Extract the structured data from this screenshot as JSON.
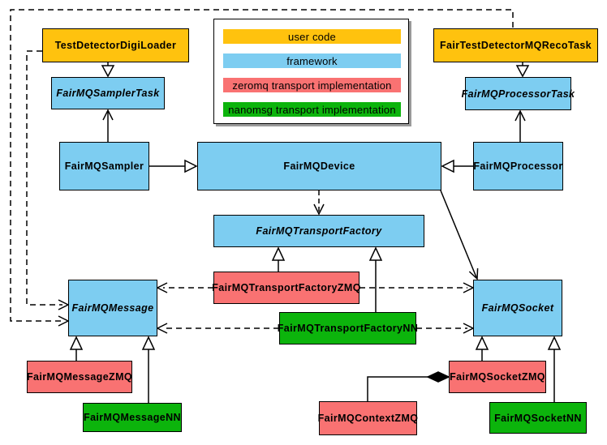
{
  "colors": {
    "user_code": "#FFC20E",
    "framework": "#7DCDF1",
    "zeromq": "#F97272",
    "nanomsg": "#0CB40C",
    "line": "#000000",
    "background": "#FFFFFF"
  },
  "legend": {
    "items": [
      {
        "label": "user code",
        "color_key": "user_code"
      },
      {
        "label": "framework",
        "color_key": "framework"
      },
      {
        "label": "zeromq transport implementation",
        "color_key": "zeromq"
      },
      {
        "label": "nanomsg transport implementation",
        "color_key": "nanomsg"
      }
    ]
  },
  "nodes": {
    "testDetectorDigiLoader": {
      "label": "TestDetectorDigiLoader",
      "category": "user_code",
      "abstract": false
    },
    "fairTestDetectorMQRecoTask": {
      "label": "FairTestDetectorMQRecoTask",
      "category": "user_code",
      "abstract": false
    },
    "fairMQSamplerTask": {
      "label": "FairMQSamplerTask",
      "category": "framework",
      "abstract": true
    },
    "fairMQProcessorTask": {
      "label": "FairMQProcessorTask",
      "category": "framework",
      "abstract": true
    },
    "fairMQSampler": {
      "label": "FairMQSampler",
      "category": "framework",
      "abstract": false
    },
    "fairMQDevice": {
      "label": "FairMQDevice",
      "category": "framework",
      "abstract": false
    },
    "fairMQProcessor": {
      "label": "FairMQProcessor",
      "category": "framework",
      "abstract": false
    },
    "fairMQTransportFactory": {
      "label": "FairMQTransportFactory",
      "category": "framework",
      "abstract": true
    },
    "fairMQTransportFactoryZMQ": {
      "label": "FairMQTransportFactoryZMQ",
      "category": "zeromq",
      "abstract": false
    },
    "fairMQTransportFactoryNN": {
      "label": "FairMQTransportFactoryNN",
      "category": "nanomsg",
      "abstract": false
    },
    "fairMQMessage": {
      "label": "FairMQMessage",
      "category": "framework",
      "abstract": true
    },
    "fairMQSocket": {
      "label": "FairMQSocket",
      "category": "framework",
      "abstract": true
    },
    "fairMQMessageZMQ": {
      "label": "FairMQMessageZMQ",
      "category": "zeromq",
      "abstract": false
    },
    "fairMQMessageNN": {
      "label": "FairMQMessageNN",
      "category": "nanomsg",
      "abstract": false
    },
    "fairMQSocketZMQ": {
      "label": "FairMQSocketZMQ",
      "category": "zeromq",
      "abstract": false
    },
    "fairMQSocketNN": {
      "label": "FairMQSocketNN",
      "category": "nanomsg",
      "abstract": false
    },
    "fairMQContextZMQ": {
      "label": "FairMQContextZMQ",
      "category": "zeromq",
      "abstract": false
    }
  },
  "edges": [
    {
      "from": "TestDetectorDigiLoader",
      "to": "FairMQSamplerTask",
      "type": "inheritance",
      "style": "solid"
    },
    {
      "from": "FairTestDetectorMQRecoTask",
      "to": "FairMQProcessorTask",
      "type": "inheritance",
      "style": "solid"
    },
    {
      "from": "FairMQSampler",
      "to": "FairMQSamplerTask",
      "type": "association",
      "style": "solid"
    },
    {
      "from": "FairMQProcessor",
      "to": "FairMQProcessorTask",
      "type": "association",
      "style": "solid"
    },
    {
      "from": "FairMQSampler",
      "to": "FairMQDevice",
      "type": "inheritance",
      "style": "solid"
    },
    {
      "from": "FairMQProcessor",
      "to": "FairMQDevice",
      "type": "inheritance",
      "style": "solid"
    },
    {
      "from": "FairMQDevice",
      "to": "FairMQTransportFactory",
      "type": "dependency",
      "style": "dashed"
    },
    {
      "from": "FairMQDevice",
      "to": "FairMQSocket",
      "type": "association",
      "style": "solid"
    },
    {
      "from": "FairMQTransportFactoryZMQ",
      "to": "FairMQTransportFactory",
      "type": "inheritance",
      "style": "solid"
    },
    {
      "from": "FairMQTransportFactoryNN",
      "to": "FairMQTransportFactory",
      "type": "inheritance",
      "style": "solid"
    },
    {
      "from": "FairMQTransportFactoryZMQ",
      "to": "FairMQMessage",
      "type": "dependency",
      "style": "dashed"
    },
    {
      "from": "FairMQTransportFactoryZMQ",
      "to": "FairMQSocket",
      "type": "dependency",
      "style": "dashed"
    },
    {
      "from": "FairMQTransportFactoryNN",
      "to": "FairMQMessage",
      "type": "dependency",
      "style": "dashed"
    },
    {
      "from": "FairMQTransportFactoryNN",
      "to": "FairMQSocket",
      "type": "dependency",
      "style": "dashed"
    },
    {
      "from": "FairMQMessageZMQ",
      "to": "FairMQMessage",
      "type": "inheritance",
      "style": "solid"
    },
    {
      "from": "FairMQMessageNN",
      "to": "FairMQMessage",
      "type": "inheritance",
      "style": "solid"
    },
    {
      "from": "FairMQSocketZMQ",
      "to": "FairMQSocket",
      "type": "inheritance",
      "style": "solid"
    },
    {
      "from": "FairMQSocketNN",
      "to": "FairMQSocket",
      "type": "inheritance",
      "style": "solid"
    },
    {
      "from": "FairMQContextZMQ",
      "to": "FairMQSocketZMQ",
      "type": "composition",
      "style": "solid"
    },
    {
      "from": "TestDetectorDigiLoader",
      "to": "FairMQMessage",
      "type": "dependency",
      "style": "dashed"
    },
    {
      "from": "FairTestDetectorMQRecoTask",
      "to": "FairMQMessage",
      "type": "dependency",
      "style": "dashed"
    }
  ]
}
